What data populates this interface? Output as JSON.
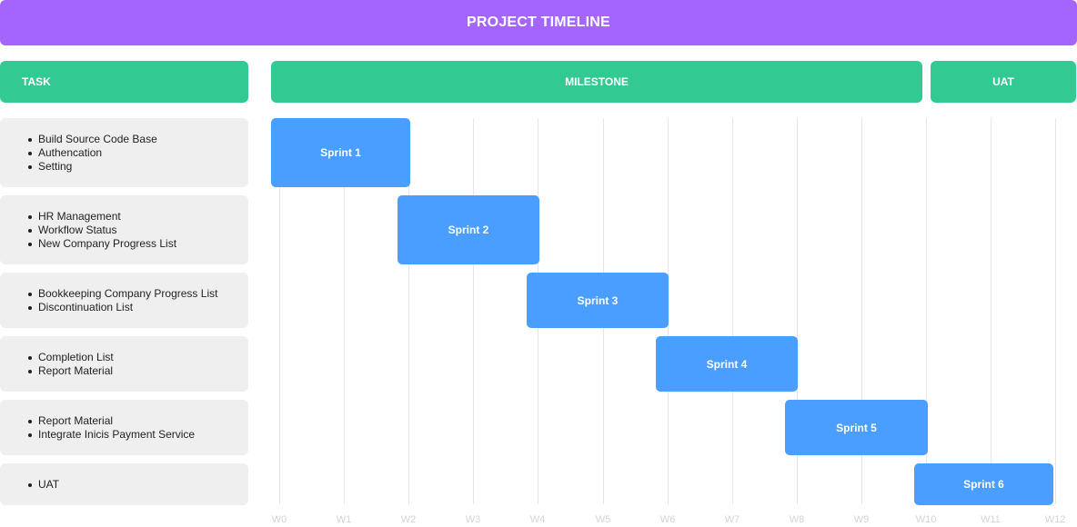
{
  "title": "PROJECT TIMELINE",
  "headers": {
    "task": "TASK",
    "milestone": "MILESTONE",
    "uat": "UAT"
  },
  "chart_data": {
    "type": "gantt",
    "weeks": [
      "W0",
      "W1",
      "W2",
      "W3",
      "W4",
      "W5",
      "W6",
      "W7",
      "W8",
      "W9",
      "W10",
      "W11",
      "W12"
    ],
    "rows": [
      {
        "tasks": [
          "Build Source Code Base",
          "Authencation",
          "Setting"
        ],
        "sprint": "Sprint 1",
        "start": 0,
        "end": 2.15
      },
      {
        "tasks": [
          "HR Management",
          "Workflow Status",
          "New Company Progress List"
        ],
        "sprint": "Sprint 2",
        "start": 1.95,
        "end": 4.15
      },
      {
        "tasks": [
          "Bookkeeping Company Progress List",
          "Discontinuation List"
        ],
        "sprint": "Sprint 3",
        "start": 3.95,
        "end": 6.15
      },
      {
        "tasks": [
          "Completion List",
          "Report Material"
        ],
        "sprint": "Sprint 4",
        "start": 5.95,
        "end": 8.15
      },
      {
        "tasks": [
          "Report Material",
          "Integrate Inicis Payment Service"
        ],
        "sprint": "Sprint 5",
        "start": 7.95,
        "end": 10.15
      },
      {
        "tasks": [
          "UAT"
        ],
        "sprint": "Sprint 6",
        "start": 9.95,
        "end": 12.1
      }
    ]
  },
  "colors": {
    "title": "#a465fe",
    "header": "#33c992",
    "sprint": "#4a9eff",
    "task_bg": "#efefef"
  }
}
